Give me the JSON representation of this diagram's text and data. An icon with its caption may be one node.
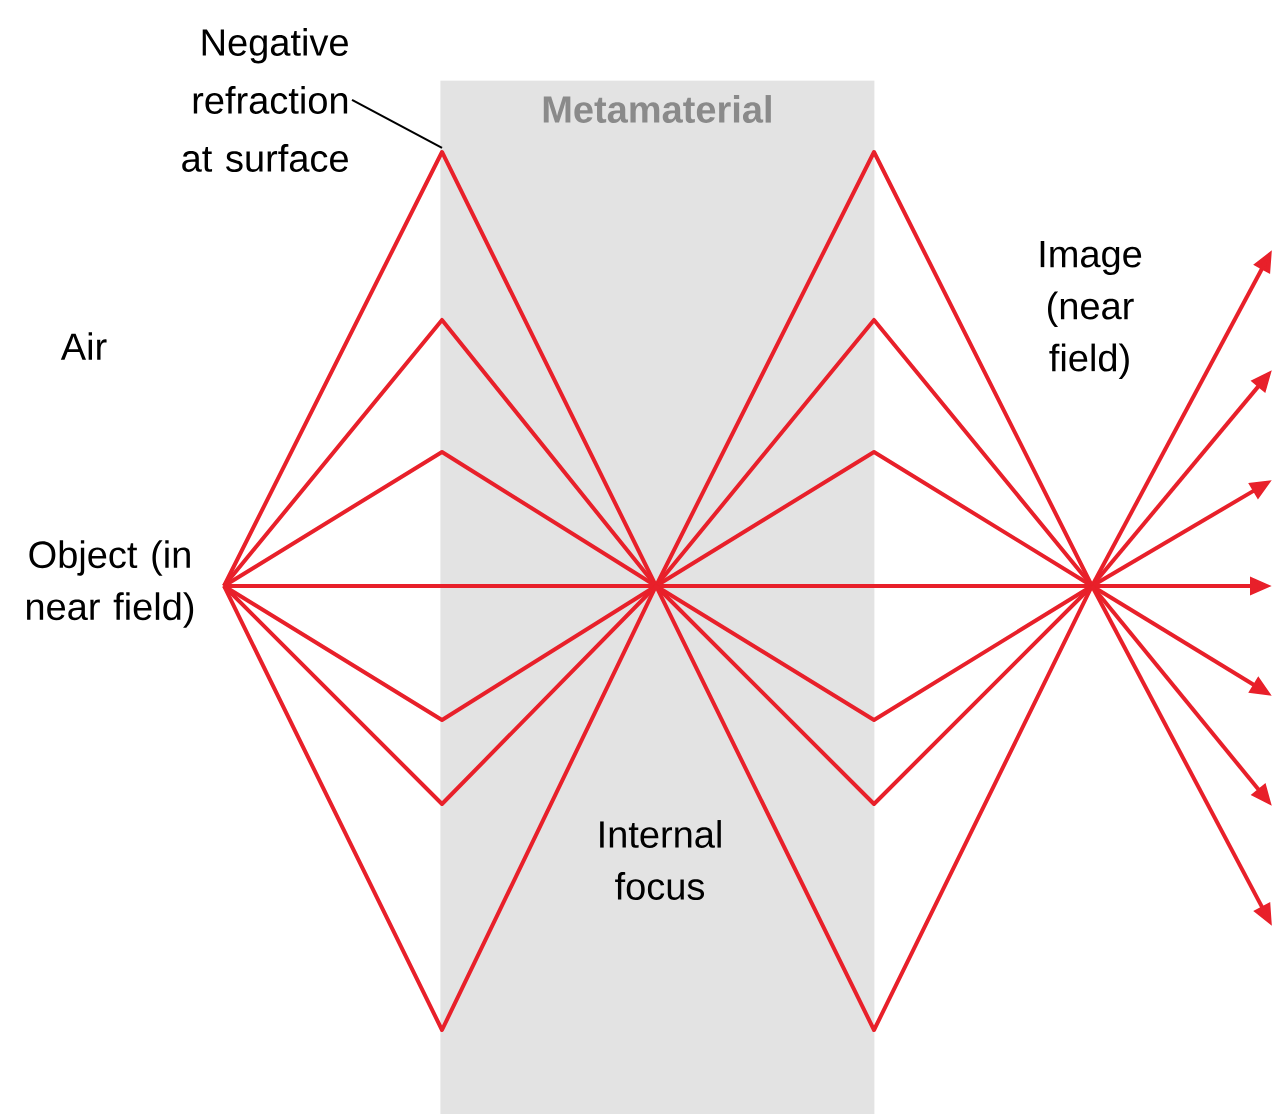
{
  "diagram": {
    "nodes": [
      {
        "text": [
          "Metamaterial"
        ]
      },
      {
        "text": [
          "Negative refraction at surface"
        ]
      }
    ],
    "edges": [
      {
        "from": 1,
        "to": 0,
        "arrow": "none"
      }
    ],
    "labels": [
      "Air",
      "Object (in near field)",
      "Internal focus",
      "Image (near field)"
    ]
  }
}
